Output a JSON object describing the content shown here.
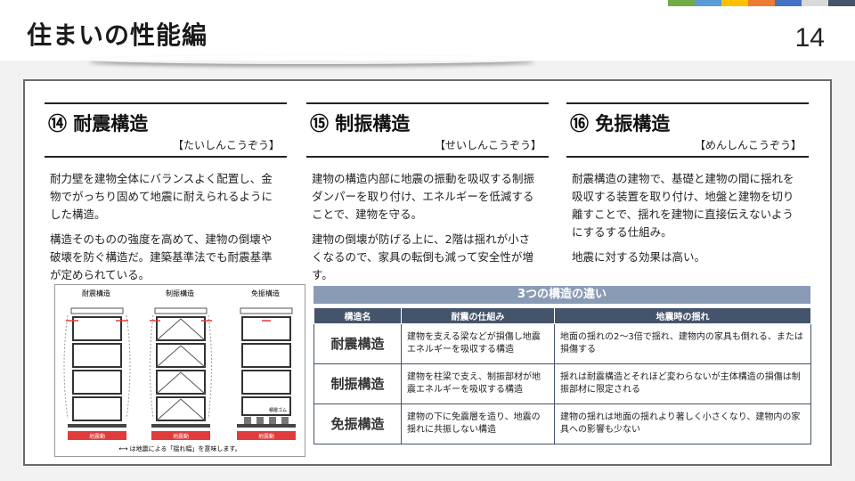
{
  "header": {
    "title": "住まいの性能編",
    "page_number": "14",
    "strip_colors": [
      "#70ad47",
      "#5b9bd5",
      "#ffc000",
      "#ed7d31",
      "#4472c4",
      "#d9d9d9",
      "#44546a"
    ]
  },
  "columns": [
    {
      "title": "⑭ 耐震構造",
      "reading": "【たいしんこうぞう】",
      "paragraphs": [
        "耐力壁を建物全体にバランスよく配置し、金物でがっちり固めて地震に耐えられるようにした構造。",
        "構造そのものの強度を高めて、建物の倒壊や破壊を防ぐ構造だ。建築基準法でも耐震基準が定められている。"
      ]
    },
    {
      "title": "⑮ 制振構造",
      "reading": "【せいしんこうぞう】",
      "paragraphs": [
        "建物の構造内部に地震の振動を吸収する制振ダンパーを取り付け、エネルギーを低減することで、建物を守る。",
        "建物の倒壊が防げる上に、2階は揺れが小さくなるので、家具の転倒も減って安全性が増す。"
      ]
    },
    {
      "title": "⑯ 免振構造",
      "reading": "【めんしんこうぞう】",
      "paragraphs": [
        "耐震構造の建物で、基礎と建物の間に揺れを吸収する装置を取り付け、地盤と建物を切り離すことで、揺れを建物に直接伝えないようにするする仕組み。",
        "地震に対する効果は高い。"
      ]
    }
  ],
  "diagram": {
    "labels": [
      "耐震構造",
      "制振構造",
      "免振構造"
    ],
    "ground_labels": [
      "地震動",
      "地震動",
      "地震動"
    ],
    "rubber_label": "積層ゴム",
    "legend": "⟷ は地震による「揺れ幅」を意味します。",
    "arrow_color": "#e23b3b"
  },
  "table": {
    "title": "3つの構造の違い",
    "headers": [
      "構造名",
      "耐震の仕組み",
      "地震時の揺れ"
    ],
    "rows": [
      [
        "耐震構造",
        "建物を支える梁などが損傷し地震エネルギーを吸収する構造",
        "地面の揺れの2〜3倍で揺れ、建物内の家具も倒れる、または損傷する"
      ],
      [
        "制振構造",
        "建物を柱梁で支え、制振部材が地震エネルギーを吸収する構造",
        "揺れは耐震構造とそれほど変わらないが主体構造の損傷は制振部材に限定される"
      ],
      [
        "免振構造",
        "建物の下に免震層を造り、地震の揺れに共振しない構造",
        "建物の揺れは地面の揺れより著しく小さくなり、建物内の家具への影響も少ない"
      ]
    ]
  }
}
